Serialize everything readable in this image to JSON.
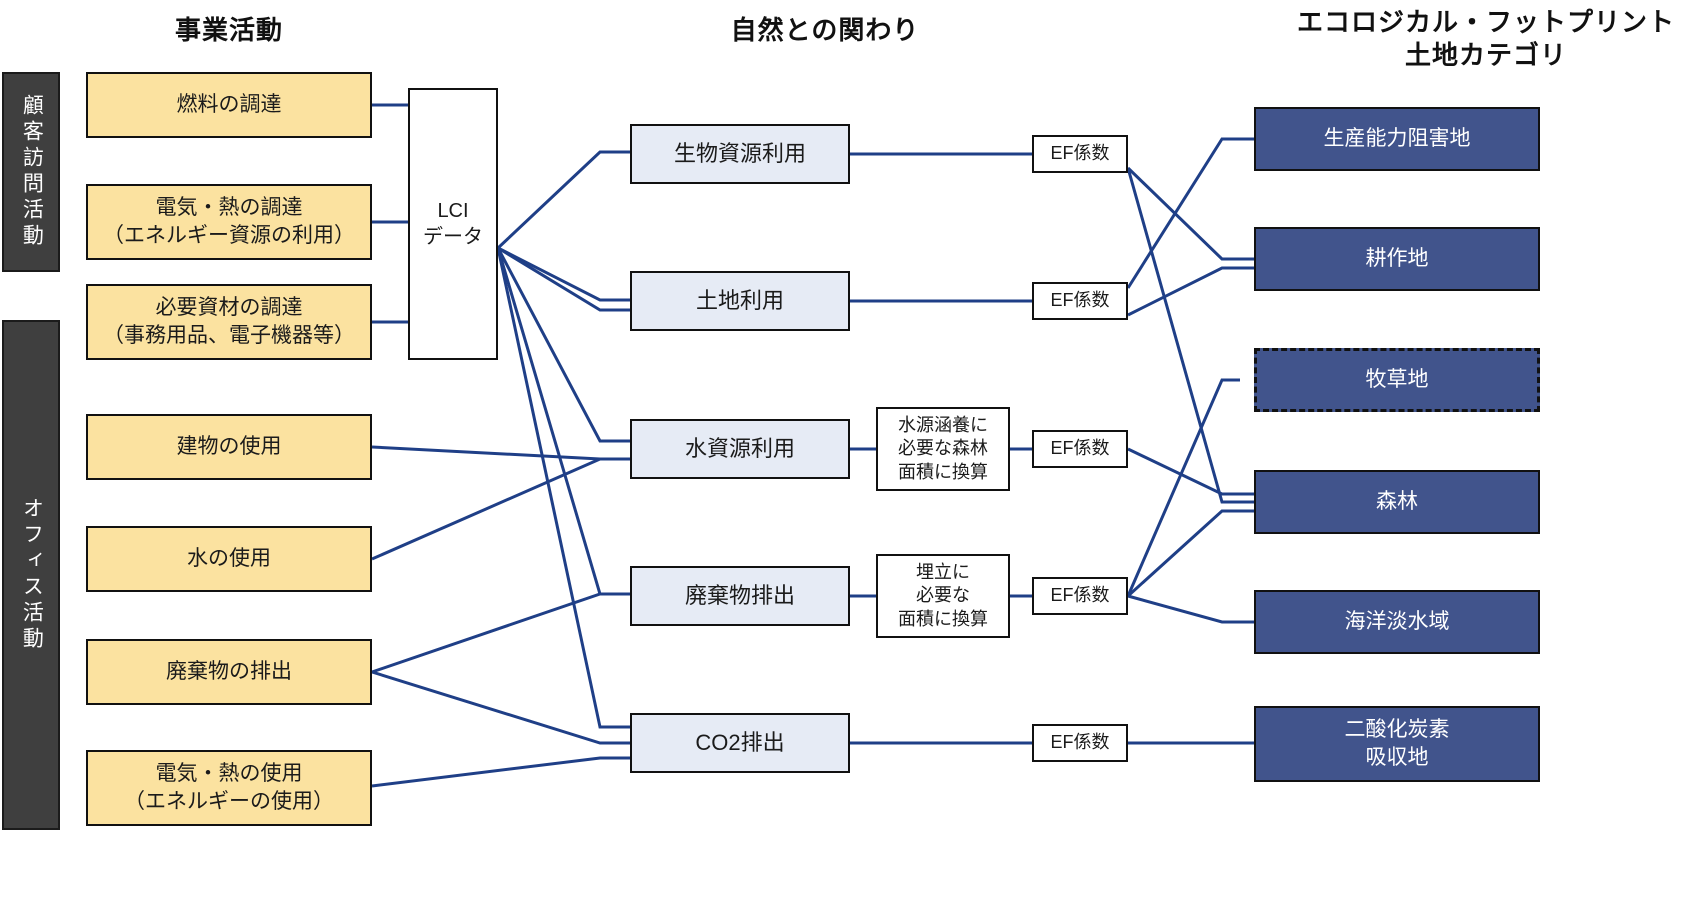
{
  "diagram": {
    "title_business": "事業活動",
    "title_nature": "自然との関わり",
    "title_footprint": "エコロジカル・フットプリント\n土地カテゴリ"
  },
  "groups": [
    {
      "label": "顧客訪問活動",
      "name": "customer-visit-activities"
    },
    {
      "label": "オフィス活動",
      "name": "office-activities"
    }
  ],
  "activities": [
    {
      "label": "燃料の調達"
    },
    {
      "label": "電気・熱の調達\n（エネルギー資源の利用）"
    },
    {
      "label": "必要資材の調達\n（事務用品、電子機器等）"
    },
    {
      "label": "建物の使用"
    },
    {
      "label": "水の使用"
    },
    {
      "label": "廃棄物の排出"
    },
    {
      "label": "電気・熱の使用\n（エネルギーの使用）"
    }
  ],
  "lci": {
    "label": "LCI\nデータ"
  },
  "nature": [
    {
      "label": "生物資源利用"
    },
    {
      "label": "土地利用"
    },
    {
      "label": "水資源利用"
    },
    {
      "label": "廃棄物排出"
    },
    {
      "label": "CO2排出"
    }
  ],
  "conversions": [
    {
      "label": "水源涵養に\n必要な森林\n面積に換算"
    },
    {
      "label": "埋立に\n必要な\n面積に換算"
    }
  ],
  "ef_factors": [
    {
      "label": "EF係数"
    },
    {
      "label": "EF係数"
    },
    {
      "label": "EF係数"
    },
    {
      "label": "EF係数"
    },
    {
      "label": "EF係数"
    }
  ],
  "land_categories": [
    {
      "label": "生産能力阻害地",
      "dashed": false
    },
    {
      "label": "耕作地",
      "dashed": false
    },
    {
      "label": "牧草地",
      "dashed": true
    },
    {
      "label": "森林",
      "dashed": false
    },
    {
      "label": "海洋淡水域",
      "dashed": false
    },
    {
      "label": "二酸化炭素\n吸収地",
      "dashed": false
    }
  ],
  "colors": {
    "activity_fill": "#fbe2a0",
    "nature_fill": "#e6ebf5",
    "land_fill": "#41548c",
    "band_fill": "#3f3f3f",
    "connector": "#1f3f87",
    "outline": "#111111"
  }
}
